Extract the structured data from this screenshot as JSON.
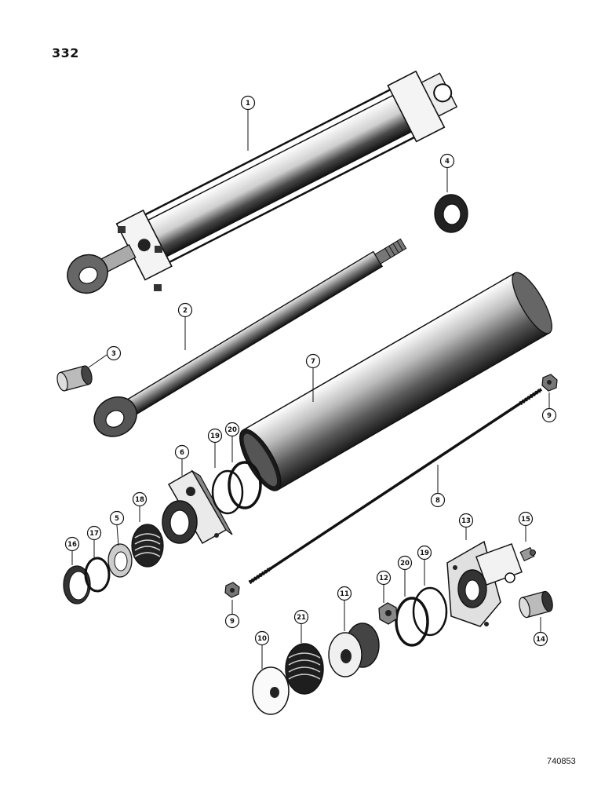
{
  "page_number": "332",
  "drawing_code": "740853",
  "callouts": {
    "c1": "1",
    "c2": "2",
    "c3": "3",
    "c4": "4",
    "c5": "5",
    "c6": "6",
    "c7": "7",
    "c8": "8",
    "c9a": "9",
    "c9b": "9",
    "c10": "10",
    "c11": "11",
    "c12": "12",
    "c13": "13",
    "c14": "14",
    "c15": "15",
    "c16": "16",
    "c17": "17",
    "c18": "18",
    "c19a": "19",
    "c19b": "19",
    "c20a": "20",
    "c20b": "20",
    "c21": "21"
  },
  "colors": {
    "ink": "#111111",
    "paper": "#ffffff"
  }
}
